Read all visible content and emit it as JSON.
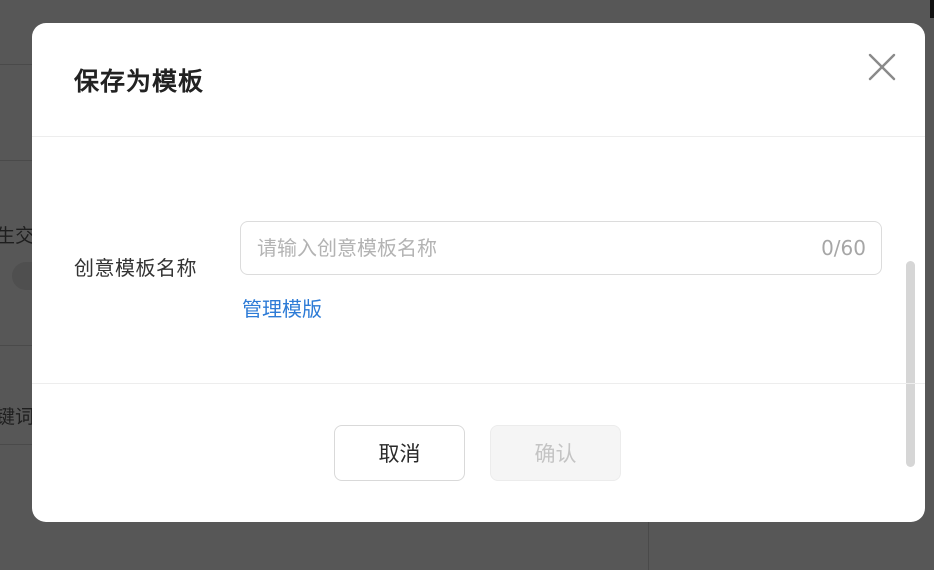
{
  "background": {
    "partial_text_1": "生交",
    "partial_text_2": "键词"
  },
  "modal": {
    "title": "保存为模板",
    "close_icon": "close-icon",
    "form": {
      "label": "创意模板名称",
      "input_value": "",
      "placeholder": "请输入创意模板名称",
      "char_count": "0/60",
      "manage_link": "管理模版"
    },
    "footer": {
      "cancel_label": "取消",
      "confirm_label": "确认",
      "confirm_disabled": true
    }
  },
  "colors": {
    "overlay": "#575757",
    "link": "#2d7bd6",
    "disabled_text": "#c4c4c4"
  }
}
